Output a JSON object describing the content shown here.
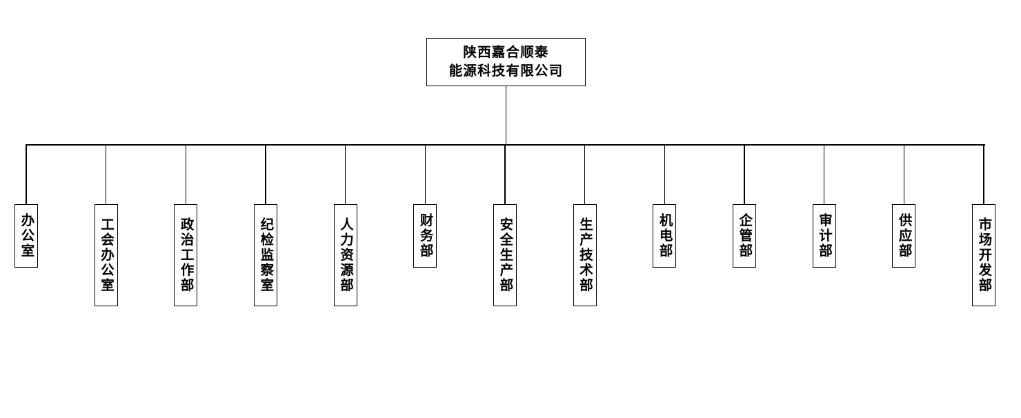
{
  "diagram": {
    "type": "organization-chart",
    "orientation": "top-down",
    "background_color": "#ffffff",
    "line_color": "#000000",
    "text_color": "#000000",
    "root": {
      "id": "root",
      "line1": "陕西嘉合顺泰",
      "line2": "能源科技有限公司",
      "full_name": "陕西嘉合顺泰能源科技有限公司"
    },
    "children": [
      {
        "id": "dept-1",
        "label": "办公室"
      },
      {
        "id": "dept-2",
        "label": "工会办公室"
      },
      {
        "id": "dept-3",
        "label": "政治工作部"
      },
      {
        "id": "dept-4",
        "label": "纪检监察室"
      },
      {
        "id": "dept-5",
        "label": "人力资源部"
      },
      {
        "id": "dept-6",
        "label": "财务部"
      },
      {
        "id": "dept-7",
        "label": "安全生产部"
      },
      {
        "id": "dept-8",
        "label": "生产技术部"
      },
      {
        "id": "dept-9",
        "label": "机电部"
      },
      {
        "id": "dept-10",
        "label": "企管部"
      },
      {
        "id": "dept-11",
        "label": "审计部"
      },
      {
        "id": "dept-12",
        "label": "供应部"
      },
      {
        "id": "dept-13",
        "label": "市场开发部"
      }
    ]
  }
}
